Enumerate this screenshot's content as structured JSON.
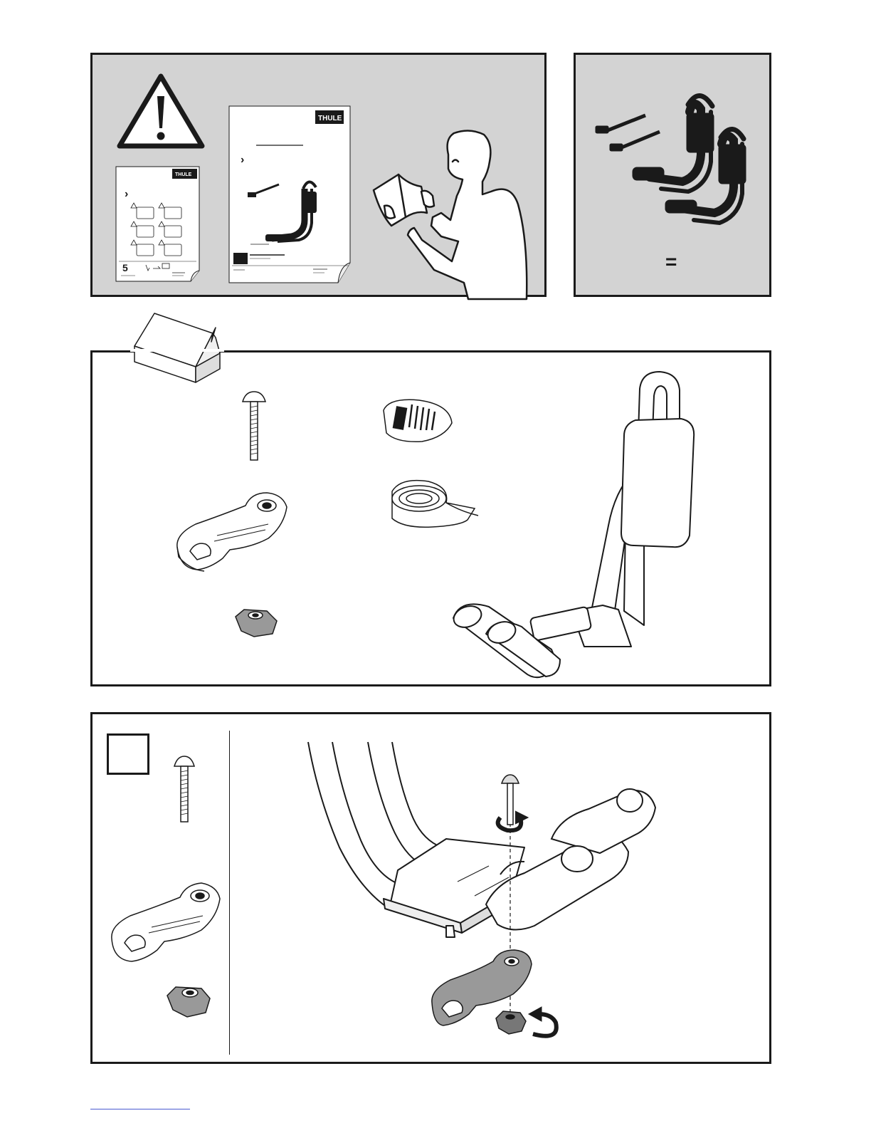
{
  "panels": {
    "warning": {
      "manual_small": {
        "brand": "THULE",
        "chevron": "›",
        "step_number": "5"
      },
      "manual_large": {
        "brand": "THULE",
        "chevron": "›"
      }
    },
    "pair": {
      "equals": "="
    },
    "contents": {},
    "step": {}
  },
  "colors": {
    "panel_gray": "#d3d3d3",
    "outline": "#1a1a1a",
    "footer_link": "#4a5bd1"
  },
  "icons": [
    "warning-triangle-icon",
    "manual-icon",
    "person-reading-icon",
    "strap-icon",
    "kayak-carrier-icon",
    "box-icon",
    "carriage-bolt-icon",
    "strap-buckle-icon",
    "padding-roll-icon",
    "bracket-icon",
    "knob-icon",
    "rotate-arrow-icon"
  ]
}
